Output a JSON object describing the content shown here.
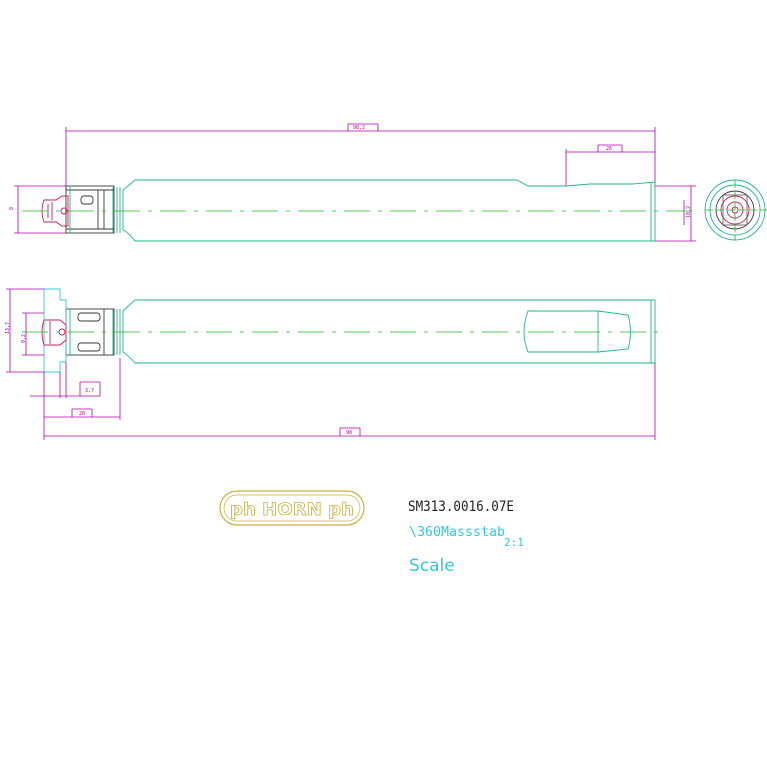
{
  "drawing": {
    "part_number": "SM313.0016.07E",
    "scale_note": "\\360Massstab",
    "scale_ratio": "2:1",
    "scale_label": "Scale",
    "logo_text": "ph HORN ph",
    "colors": {
      "outline": "#1fb58f",
      "centerline": "#22bb22",
      "dimension": "#b000b0",
      "insert": "#cc2255",
      "holder": "#3a3a3a",
      "annotation": "#33c6e8",
      "logo": "#c8b040"
    }
  },
  "dimensions": {
    "overall_length_top": "98,2",
    "flat_length": "26",
    "left_height": "8",
    "shank_diameter": "10,2",
    "left_height_bottom": "13,7",
    "left_offset": "0,2",
    "head_length": "3,7",
    "clamp_length": "28",
    "overall_length_bottom": "98"
  }
}
